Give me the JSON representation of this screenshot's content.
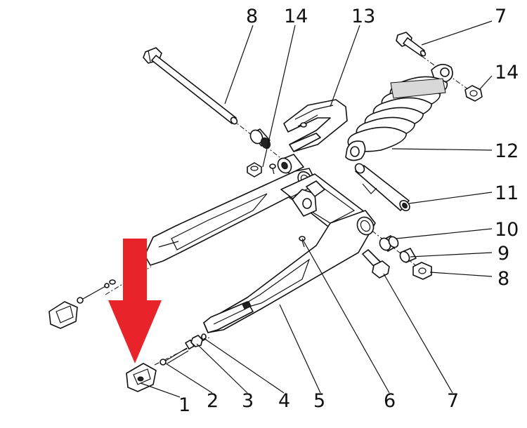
{
  "diagram": {
    "type": "exploded-parts-diagram",
    "subject": "swingarm assembly",
    "callouts": [
      {
        "key": "c1",
        "label": "1"
      },
      {
        "key": "c2",
        "label": "2"
      },
      {
        "key": "c3",
        "label": "3"
      },
      {
        "key": "c4",
        "label": "4"
      },
      {
        "key": "c5",
        "label": "5"
      },
      {
        "key": "c6",
        "label": "6"
      },
      {
        "key": "c7b",
        "label": "7"
      },
      {
        "key": "c8r",
        "label": "8"
      },
      {
        "key": "c9",
        "label": "9"
      },
      {
        "key": "c10",
        "label": "10"
      },
      {
        "key": "c11",
        "label": "11"
      },
      {
        "key": "c12",
        "label": "12"
      },
      {
        "key": "c14r",
        "label": "14"
      },
      {
        "key": "c7t",
        "label": "7"
      },
      {
        "key": "c8t",
        "label": "8"
      },
      {
        "key": "c14t",
        "label": "14"
      },
      {
        "key": "c13",
        "label": "13"
      }
    ],
    "highlight_arrow": {
      "color": "#e8232a",
      "direction": "down"
    }
  }
}
